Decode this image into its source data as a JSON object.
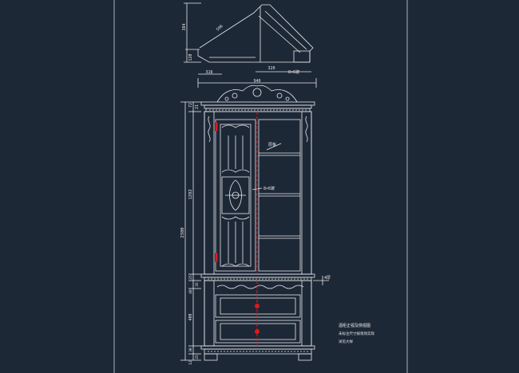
{
  "colors": {
    "background": "#1d2837",
    "line": "#e8e8e8",
    "accent": "#e01818",
    "dim": "#b8bec8"
  },
  "dimensions": {
    "top_height": "384",
    "top_small_height": "120",
    "top_diagonal": "596",
    "top_depth": "320",
    "top_part": "8×6玻",
    "offset": "316",
    "overall_width": "940",
    "crown_height_a": "72",
    "crown_height_b": "21",
    "upper_height": "1282",
    "total_height": "2380",
    "mid_a": "25",
    "mid_b": "35",
    "mid_c": "40",
    "base_height": "400",
    "plinth_a": "30",
    "plinth_b": "25",
    "plinth_c": "12"
  },
  "labels": {
    "shelf_material": "层板",
    "glass_spec": "8×6玻",
    "side_callout": "4厚"
  },
  "notes": [
    "酒柜正视及侧视图",
    "未标注尺寸按现场实际",
    "详见大样"
  ]
}
